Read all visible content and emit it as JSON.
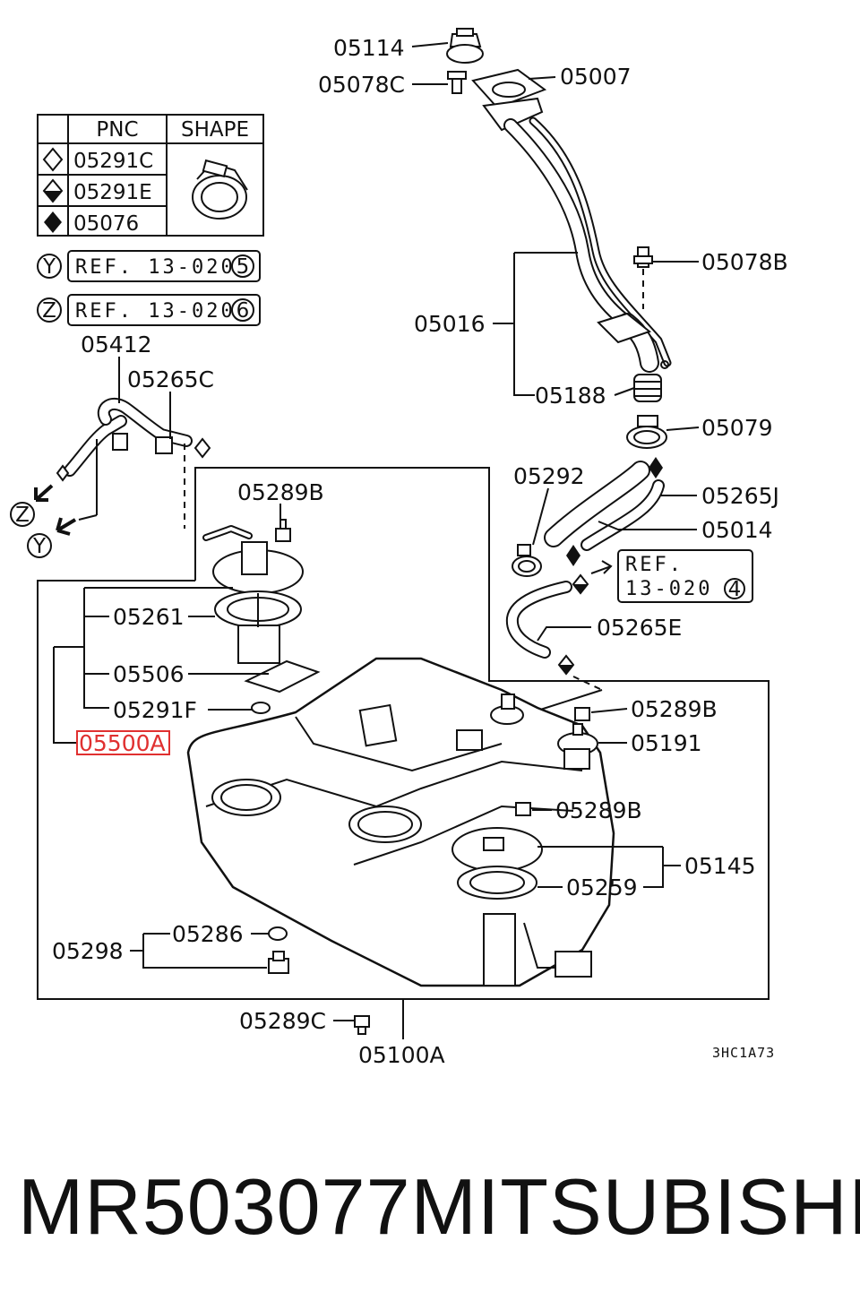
{
  "legend": {
    "headers": {
      "pnc": "PNC",
      "shape": "SHAPE"
    },
    "rows": [
      {
        "pnc": "05291C",
        "symbol": "hollow-diamond-icon"
      },
      {
        "pnc": "05291E",
        "symbol": "half-filled-diamond-icon"
      },
      {
        "pnc": "05076",
        "symbol": "filled-diamond-icon"
      }
    ]
  },
  "references": [
    {
      "marker": "Y",
      "text": "REF. 13-020",
      "num": "5"
    },
    {
      "marker": "Z",
      "text": "REF. 13-020",
      "num": "6"
    }
  ],
  "ref_box": {
    "line1": "REF.",
    "line2": "13-020",
    "num": "4"
  },
  "directions": {
    "z": "Z",
    "y": "Y"
  },
  "labels": {
    "p05114": "05114",
    "p05078C": "05078C",
    "p05007": "05007",
    "p05078B": "05078B",
    "p05016": "05016",
    "p05188": "05188",
    "p05079": "05079",
    "p05412": "05412",
    "p05265C": "05265C",
    "p05292": "05292",
    "p05265J": "05265J",
    "p05014": "05014",
    "p05289B_top": "05289B",
    "p05261": "05261",
    "p05265E": "05265E",
    "p05506": "05506",
    "p05291F": "05291F",
    "p05289B_right": "05289B",
    "p05500A": "05500A",
    "p05191": "05191",
    "p05289B_mid": "05289B",
    "p05145": "05145",
    "p05259": "05259",
    "p05286": "05286",
    "p05298": "05298",
    "p05289C": "05289C",
    "p05100A": "05100A"
  },
  "diagram_code": "3HC1A73",
  "highlight_color": "#e03030",
  "caption": {
    "part_number": "MR503077",
    "brand": "MITSUBISHI"
  }
}
